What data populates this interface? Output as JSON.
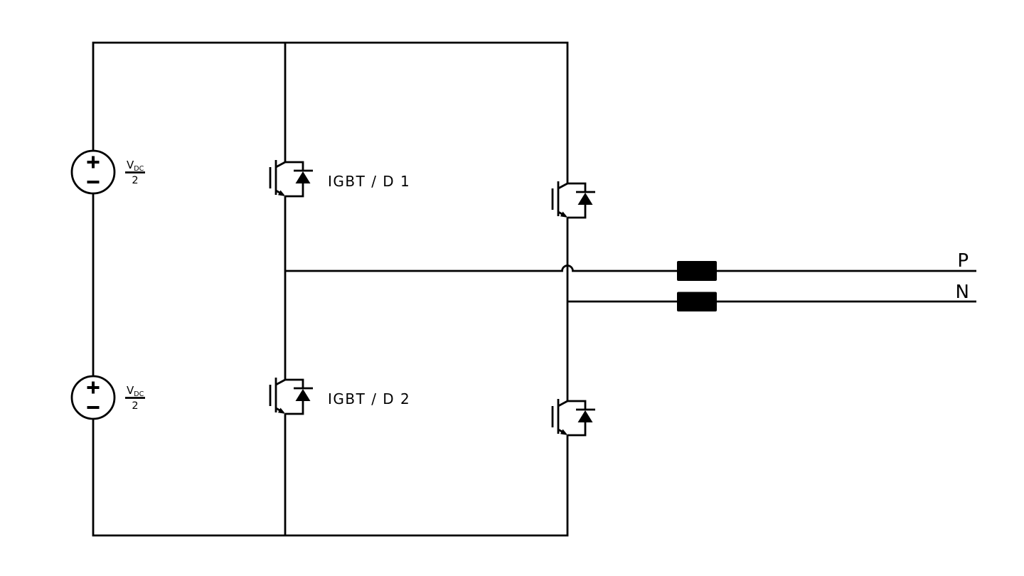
{
  "diagram": {
    "type": "circuit-schematic",
    "description_kind": "half-bridge IGBT converter with split DC link",
    "colors": {
      "background": "#ffffff",
      "stroke": "#000000"
    }
  },
  "sources": {
    "source1": {
      "symbol": "V",
      "subscript": "DC",
      "denominator": "2",
      "plus": "+",
      "minus": "−"
    },
    "source2": {
      "symbol": "V",
      "subscript": "DC",
      "denominator": "2",
      "plus": "+",
      "minus": "−"
    }
  },
  "labels": {
    "igbt1": "IGBT / D 1",
    "igbt2": "IGBT / D 2",
    "output_p": "P",
    "output_n": "N"
  }
}
